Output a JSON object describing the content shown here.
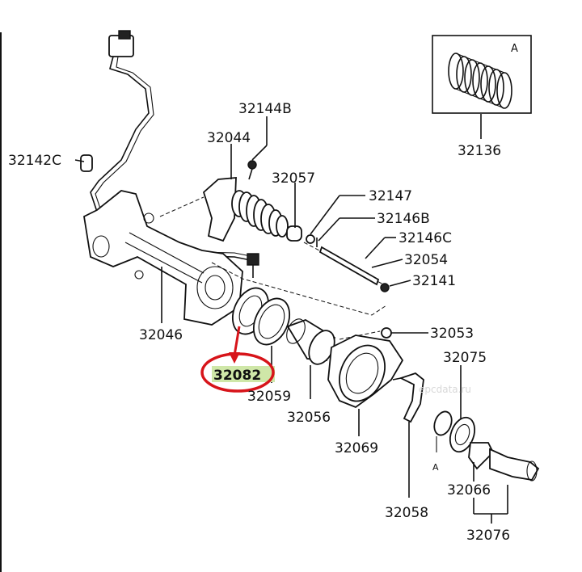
{
  "parts": {
    "p32142C": "32142C",
    "p32144B": "32144B",
    "p32044": "32044",
    "p32057": "32057",
    "p32147": "32147",
    "p32146B": "32146B",
    "p32146C": "32146C",
    "p32054": "32054",
    "p32141": "32141",
    "p32046": "32046",
    "p32053": "32053",
    "p32082": "32082",
    "p32059": "32059",
    "p32056": "32056",
    "p32069": "32069",
    "p32075": "32075",
    "p32058": "32058",
    "p32066": "32066",
    "p32076": "32076",
    "p32136": "32136"
  },
  "inset_marker": "A",
  "ref_marker": "A",
  "highlight": {
    "part": "32082",
    "ring_color": "#d7141a",
    "fill_color": "#cfe7a8"
  },
  "watermark": "epcdata.ru"
}
